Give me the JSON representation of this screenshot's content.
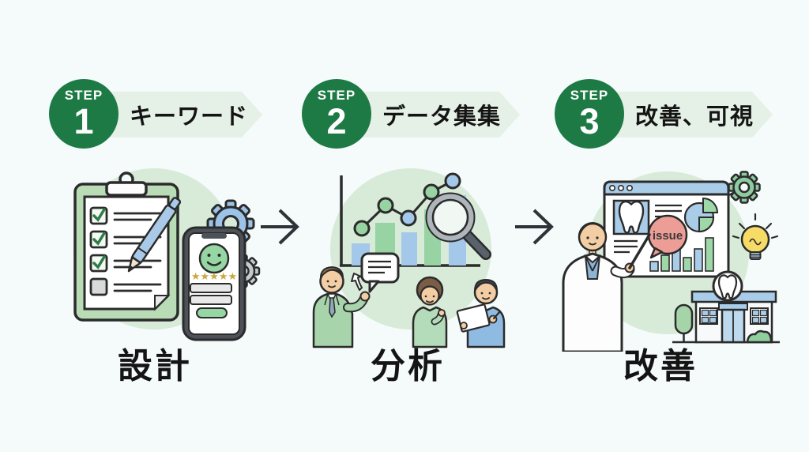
{
  "infographic": {
    "background_color": "#f4fbfa",
    "badge_green": "#1d7a45",
    "banner_light_green": "#e5f0e6",
    "circle_light_green": "#d8ead8",
    "accent_blue": "#a9cce9",
    "accent_green": "#9fd8a8",
    "issue_bubble_pink": "#ec9d96",
    "bulb_yellow": "#f6db67"
  },
  "steps": [
    {
      "badge_word": "STEP",
      "badge_number": "1",
      "title": "キーワード",
      "caption": "設計",
      "illustration": "clipboard-checklist-phone-gears"
    },
    {
      "badge_word": "STEP",
      "badge_number": "2",
      "title": "データ集集",
      "caption": "分析",
      "illustration": "growth-chart-magnifier-team"
    },
    {
      "badge_word": "STEP",
      "badge_number": "3",
      "title": "改善、可視",
      "caption": "改善",
      "illustration": "doctor-dashboard-clinic"
    }
  ],
  "labels": {
    "issue_bubble": "issue",
    "rating_stars": "★★★★★"
  }
}
